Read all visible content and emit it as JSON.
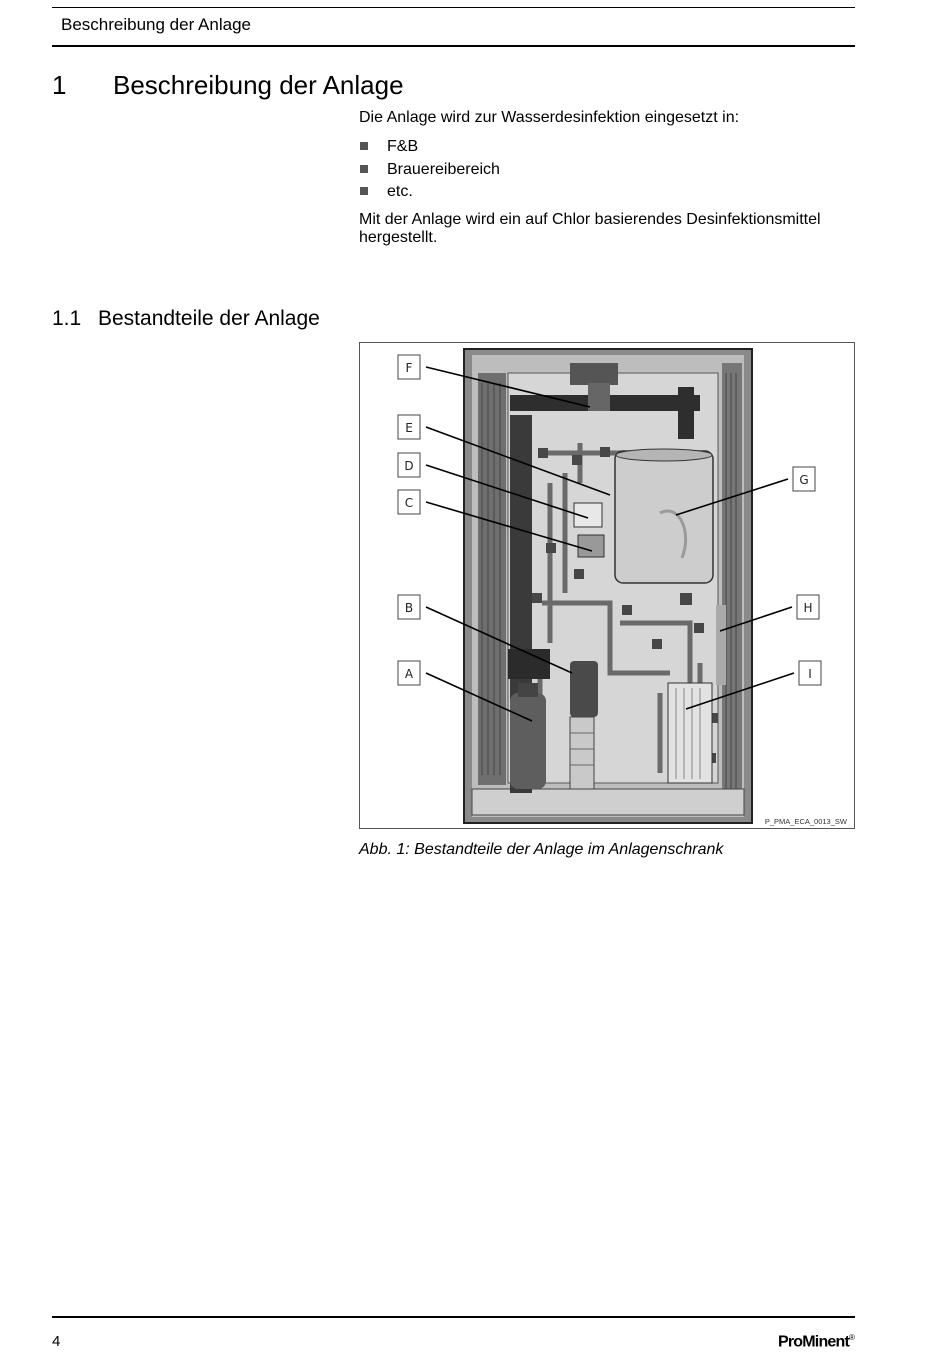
{
  "header": {
    "title": "Beschreibung der Anlage"
  },
  "chapter": {
    "number": "1",
    "title": "Beschreibung der Anlage"
  },
  "intro": "Die Anlage wird zur Wasserdesinfektion eingesetzt in:",
  "bullets": [
    "F&B",
    "Brauereibereich",
    "etc."
  ],
  "paragraph": "Mit der Anlage wird ein auf Chlor basierendes Desinfektionsmittel hergestellt.",
  "section": {
    "number": "1.1",
    "title": "Bestandteile der Anlage"
  },
  "figure": {
    "labels": [
      "F",
      "E",
      "D",
      "C",
      "B",
      "A",
      "G",
      "H",
      "I"
    ],
    "image_id": "P_PMA_ECA_0013_SW",
    "caption": "Abb. 1: Bestandteile der Anlage im Anlagenschrank"
  },
  "footer": {
    "page_number": "4",
    "logo": "ProMinent"
  }
}
